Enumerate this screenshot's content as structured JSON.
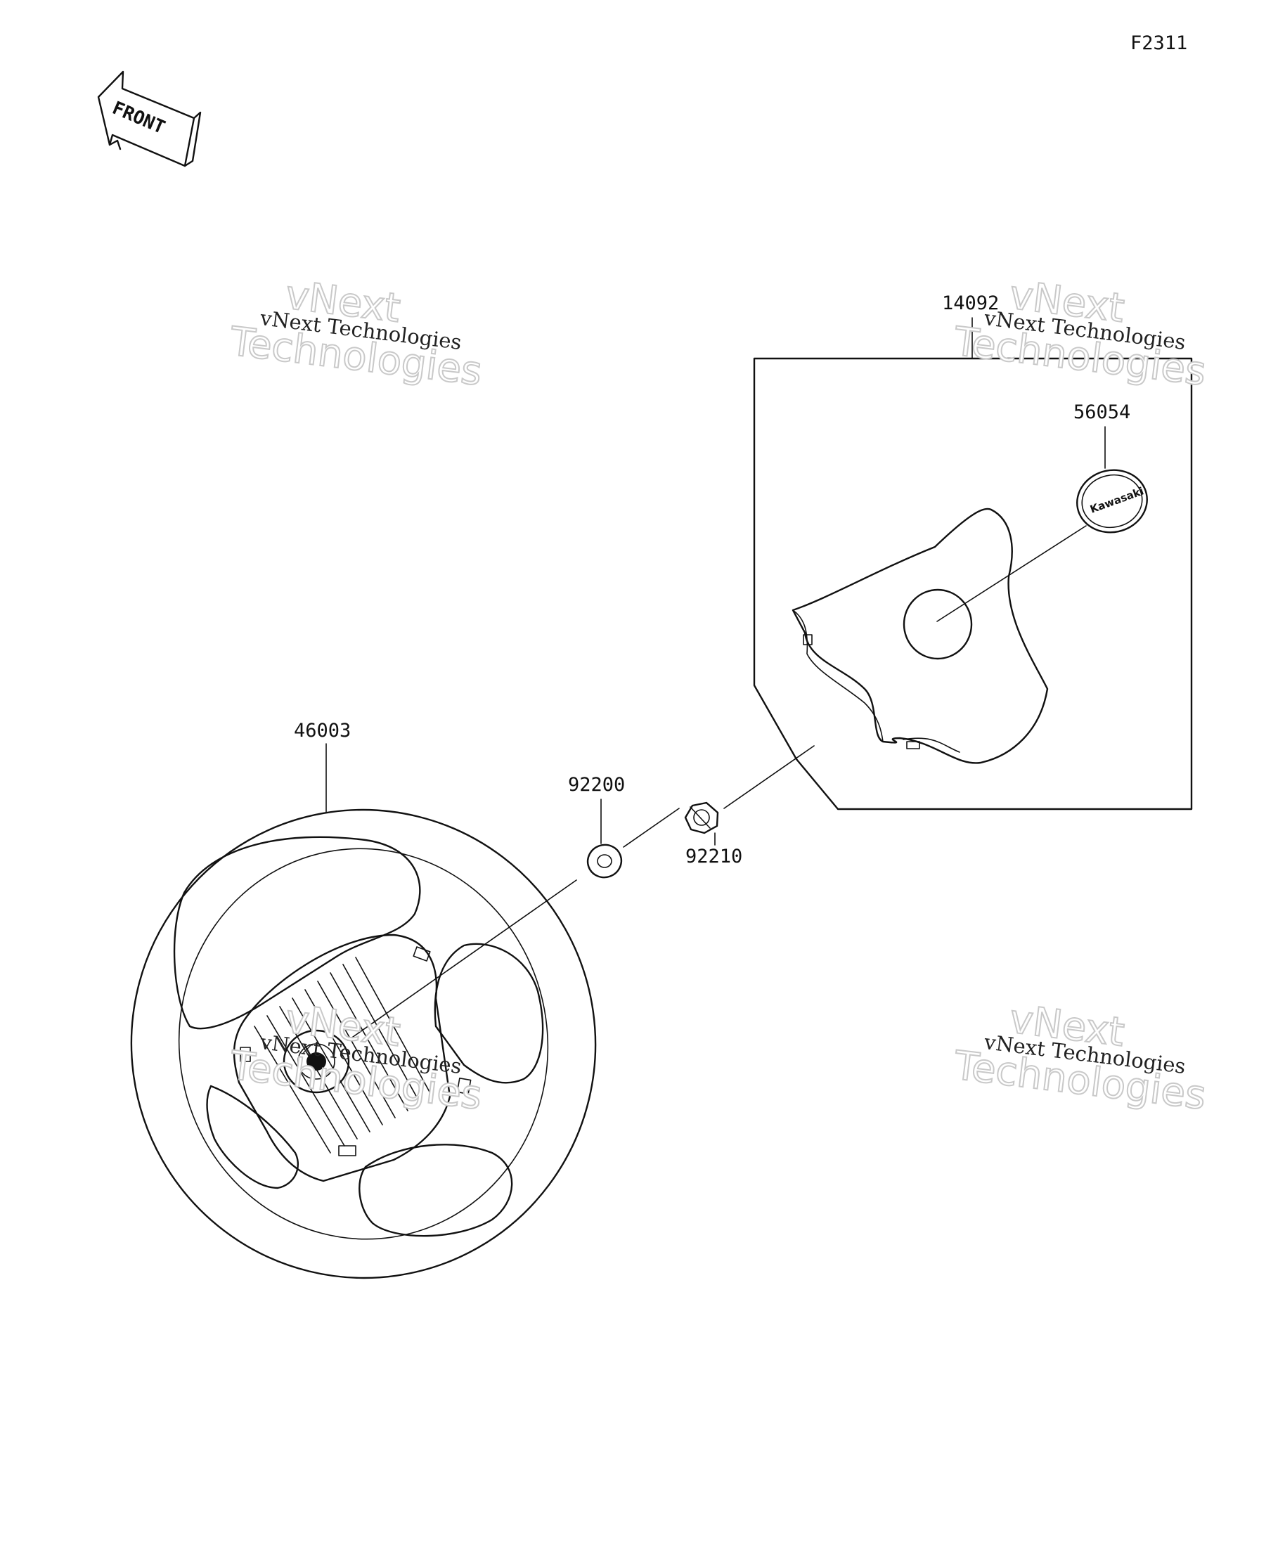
{
  "figure_code": "F2311",
  "front_label": "FRONT",
  "parts": {
    "steering_wheel": "46003",
    "washer": "92200",
    "nut": "92210",
    "pad_assembly": "14092",
    "emblem": "56054"
  },
  "emblem_text": "Kawasaki",
  "watermark": {
    "line_small": "vNext Technologies",
    "line_big_1": "vNext",
    "line_big_2": "Technologies"
  }
}
